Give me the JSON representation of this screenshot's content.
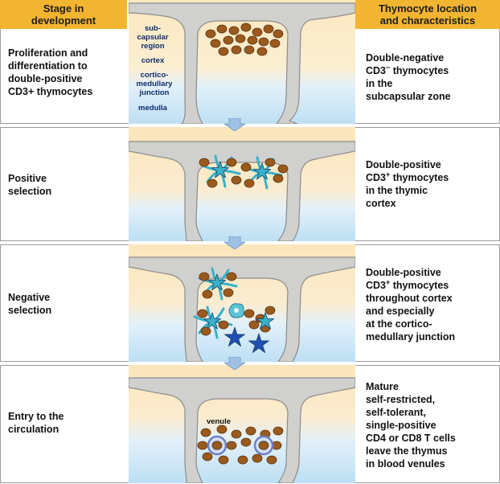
{
  "header": {
    "left_title": "Stage in\ndevelopment",
    "right_title": "Thymocyte location\nand characteristics"
  },
  "region_labels": [
    "sub-\ncapsular\nregion",
    "cortex",
    "cortico-\nmedullary\njunction",
    "medulla"
  ],
  "venule_label": "venule",
  "stages": [
    {
      "stage": "Proliferation and\ndifferentiation to\ndouble-positive\nCD3+ thymocytes",
      "description": "Double-negative\nCD3− thymocytes\nin the\nsubcapsular zone"
    },
    {
      "stage": "Positive\nselection",
      "description": "Double-positive\nCD3+ thymocytes\nin the thymic\ncortex"
    },
    {
      "stage": "Negative\nselection",
      "description": "Double-positive\nCD3+ thymocytes\nthroughout cortex\nand especially\nat the cortico-\nmedullary junction"
    },
    {
      "stage": "Entry to the\ncirculation",
      "description": "Mature\nself-restricted,\nself-tolerant,\nsingle-positive\nCD4 or CD8 T cells\nleave the thymus\nin blood venules"
    }
  ],
  "colors": {
    "header": "#f2b531",
    "cortex": "#fbe7bd",
    "medulla": "#cfe8f7",
    "septum": "#d2d2d0",
    "thymocyte": "#9a5a1d",
    "dendritic_cell": "#37b2c9",
    "macrophage": "#1f4fb3",
    "arrow": "#9fc2e4"
  }
}
